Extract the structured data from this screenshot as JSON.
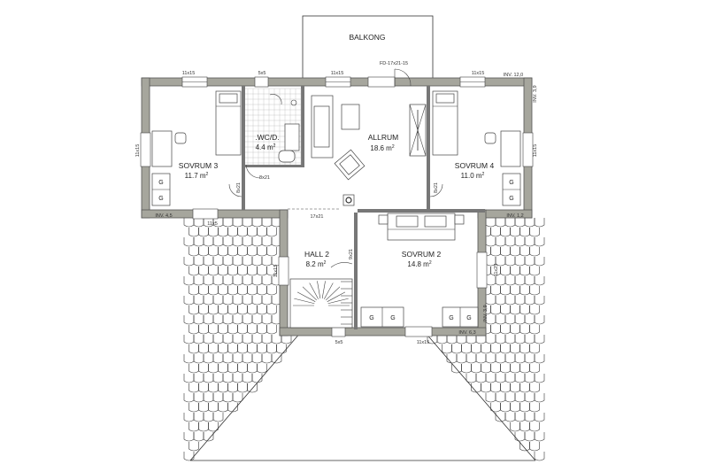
{
  "rooms": {
    "balcony": {
      "name": "BALKONG"
    },
    "bedroom3": {
      "name": "SOVRUM 3",
      "area": "11.7 m",
      "unit_sup": "2"
    },
    "wc": {
      "name": ".WC/D.",
      "area": "4.4 m",
      "unit_sup": "2"
    },
    "living": {
      "name": "ALLRUM",
      "area": "18.6 m",
      "unit_sup": "2"
    },
    "bedroom4": {
      "name": "SOVRUM 4",
      "area": "11.0 m",
      "unit_sup": "2"
    },
    "hall": {
      "name": "HALL 2",
      "area": "8.2 m",
      "unit_sup": "2"
    },
    "bedroom2": {
      "name": "SOVRUM 2",
      "area": "14.8 m",
      "unit_sup": "2"
    }
  },
  "labels": {
    "win_top_left": "11x15",
    "win_top_small": "5x5",
    "win_top_mid": "11x15",
    "win_top_right": "11x15",
    "door_balcony": "FD-17x21-15",
    "inv_top_right": "INV. 12,0",
    "inv_right_side": "INV. 3,9",
    "win_left_side": "11x15",
    "win_right_side": "11x15",
    "door_bed3": "8x21",
    "door_wc": "8x21",
    "door_bed4": "8x21",
    "inv_left_bottom": "INV. 4,5",
    "inv_right_bottom": "INV. 1,2",
    "win_bottom_left": "11x5",
    "opening_hall": "17x21",
    "win_hall_side": "11x15",
    "door_hall": "9x21",
    "win_bed2_side": "11x25",
    "inv_bed2_side": "INV. 3,9",
    "inv_bed2_bottom": "INV. 6,3",
    "win_bottom_small": "5x5",
    "win_bottom_bed2": "11x15",
    "wardrobe_mark": "G"
  }
}
